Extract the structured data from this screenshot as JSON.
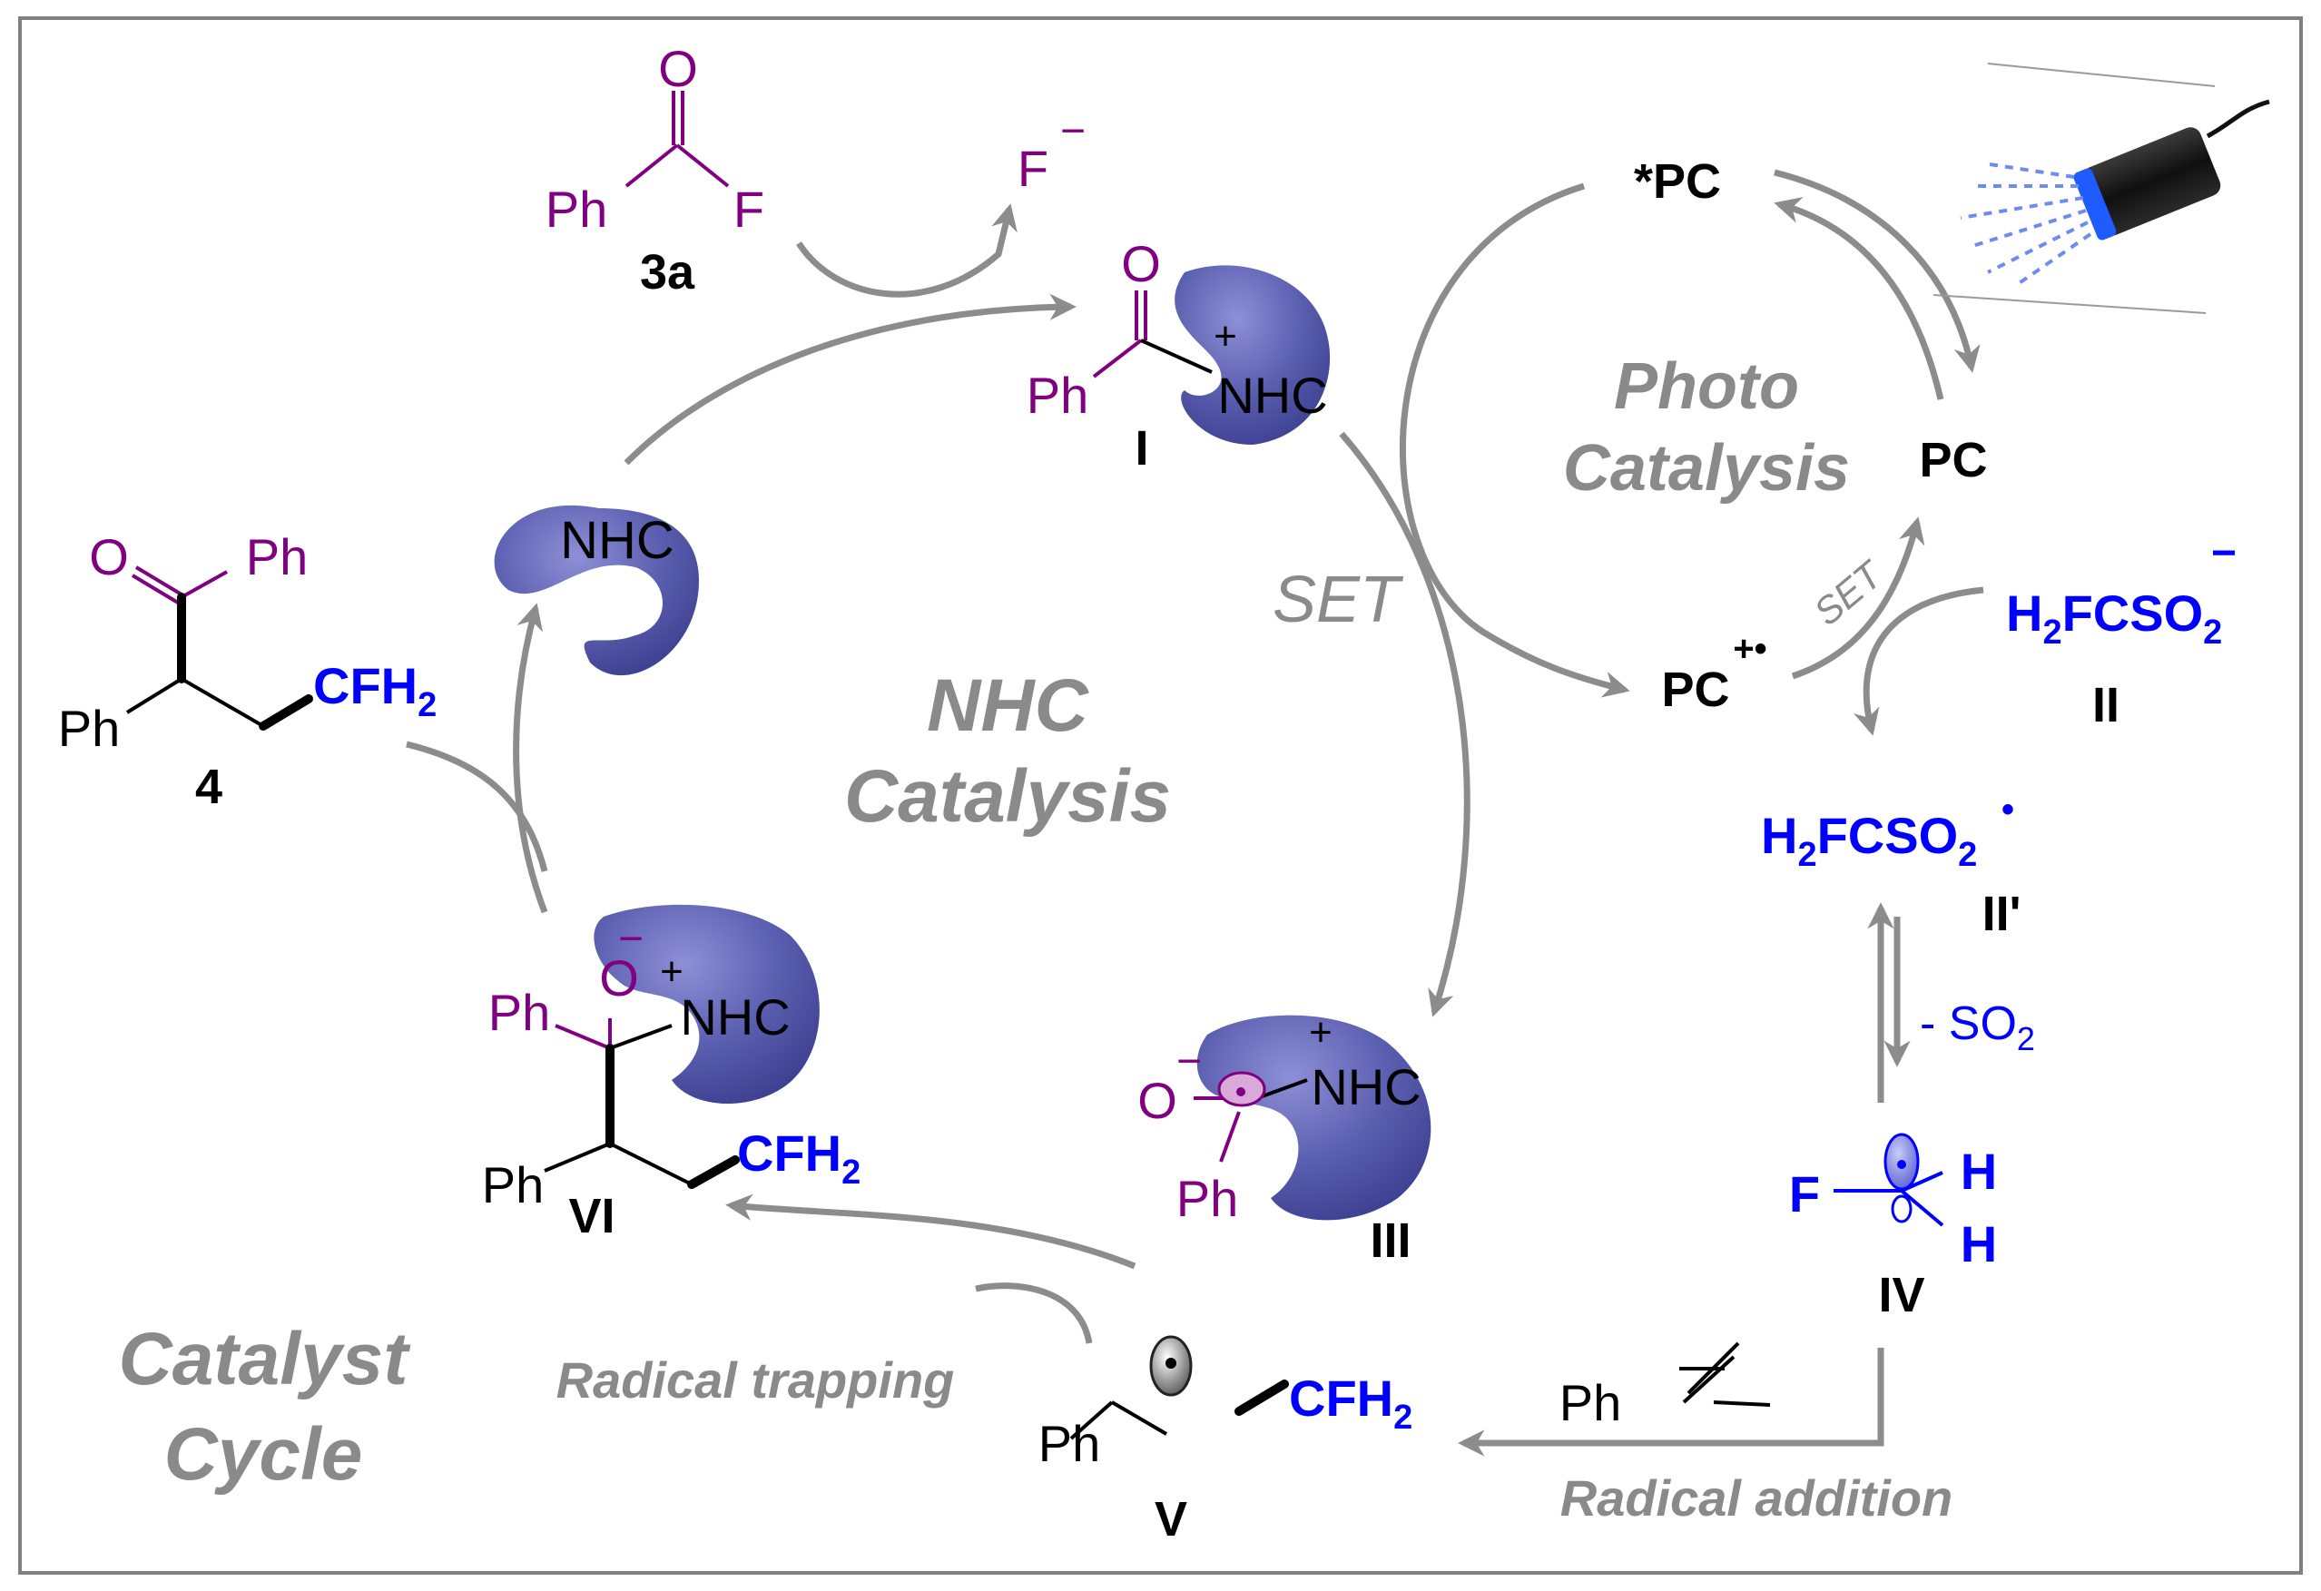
{
  "titles": {
    "nhc_1": "NHC",
    "nhc_2": "Catalysis",
    "photo_1": "Photo",
    "photo_2": "Catalysis",
    "cycle_1": "Catalyst",
    "cycle_2": "Cycle"
  },
  "steps": {
    "set_main": "SET",
    "set_small": "SET",
    "radical_trapping": "Radical trapping",
    "radical_addition": "Radical addition",
    "minus_so2_prefix": "- SO",
    "minus_so2_sub": "2"
  },
  "species": {
    "c3a": "3a",
    "f_minus": "F",
    "c4": "4",
    "I": "I",
    "II": "II",
    "II_prime": "II'",
    "III": "III",
    "IV": "IV",
    "V": "V",
    "VI": "VI",
    "pc_star": "*PC",
    "pc": "PC",
    "pc_cation": "PC",
    "pc_cation_charge": "+•"
  },
  "atoms": {
    "O": "O",
    "F": "F",
    "H": "H",
    "Ph": "Ph",
    "NHC": "NHC",
    "plus": "+",
    "minus": "−",
    "cfh": "CFH",
    "sub2": "2",
    "h2fcso2_H": "H",
    "h2fcso2_sub1": "2",
    "h2fcso2_mid": "FCSO",
    "h2fcso2_sub2": "2",
    "radical_dot": "•"
  },
  "colors": {
    "purple": "#800080",
    "blue": "#0000ff",
    "gray": "#8c8c8c",
    "label_gray": "#8a8a8a",
    "nhc_body": "#5b5fb0",
    "nhc_shadow": "#3e4192",
    "frame": "#808080"
  }
}
